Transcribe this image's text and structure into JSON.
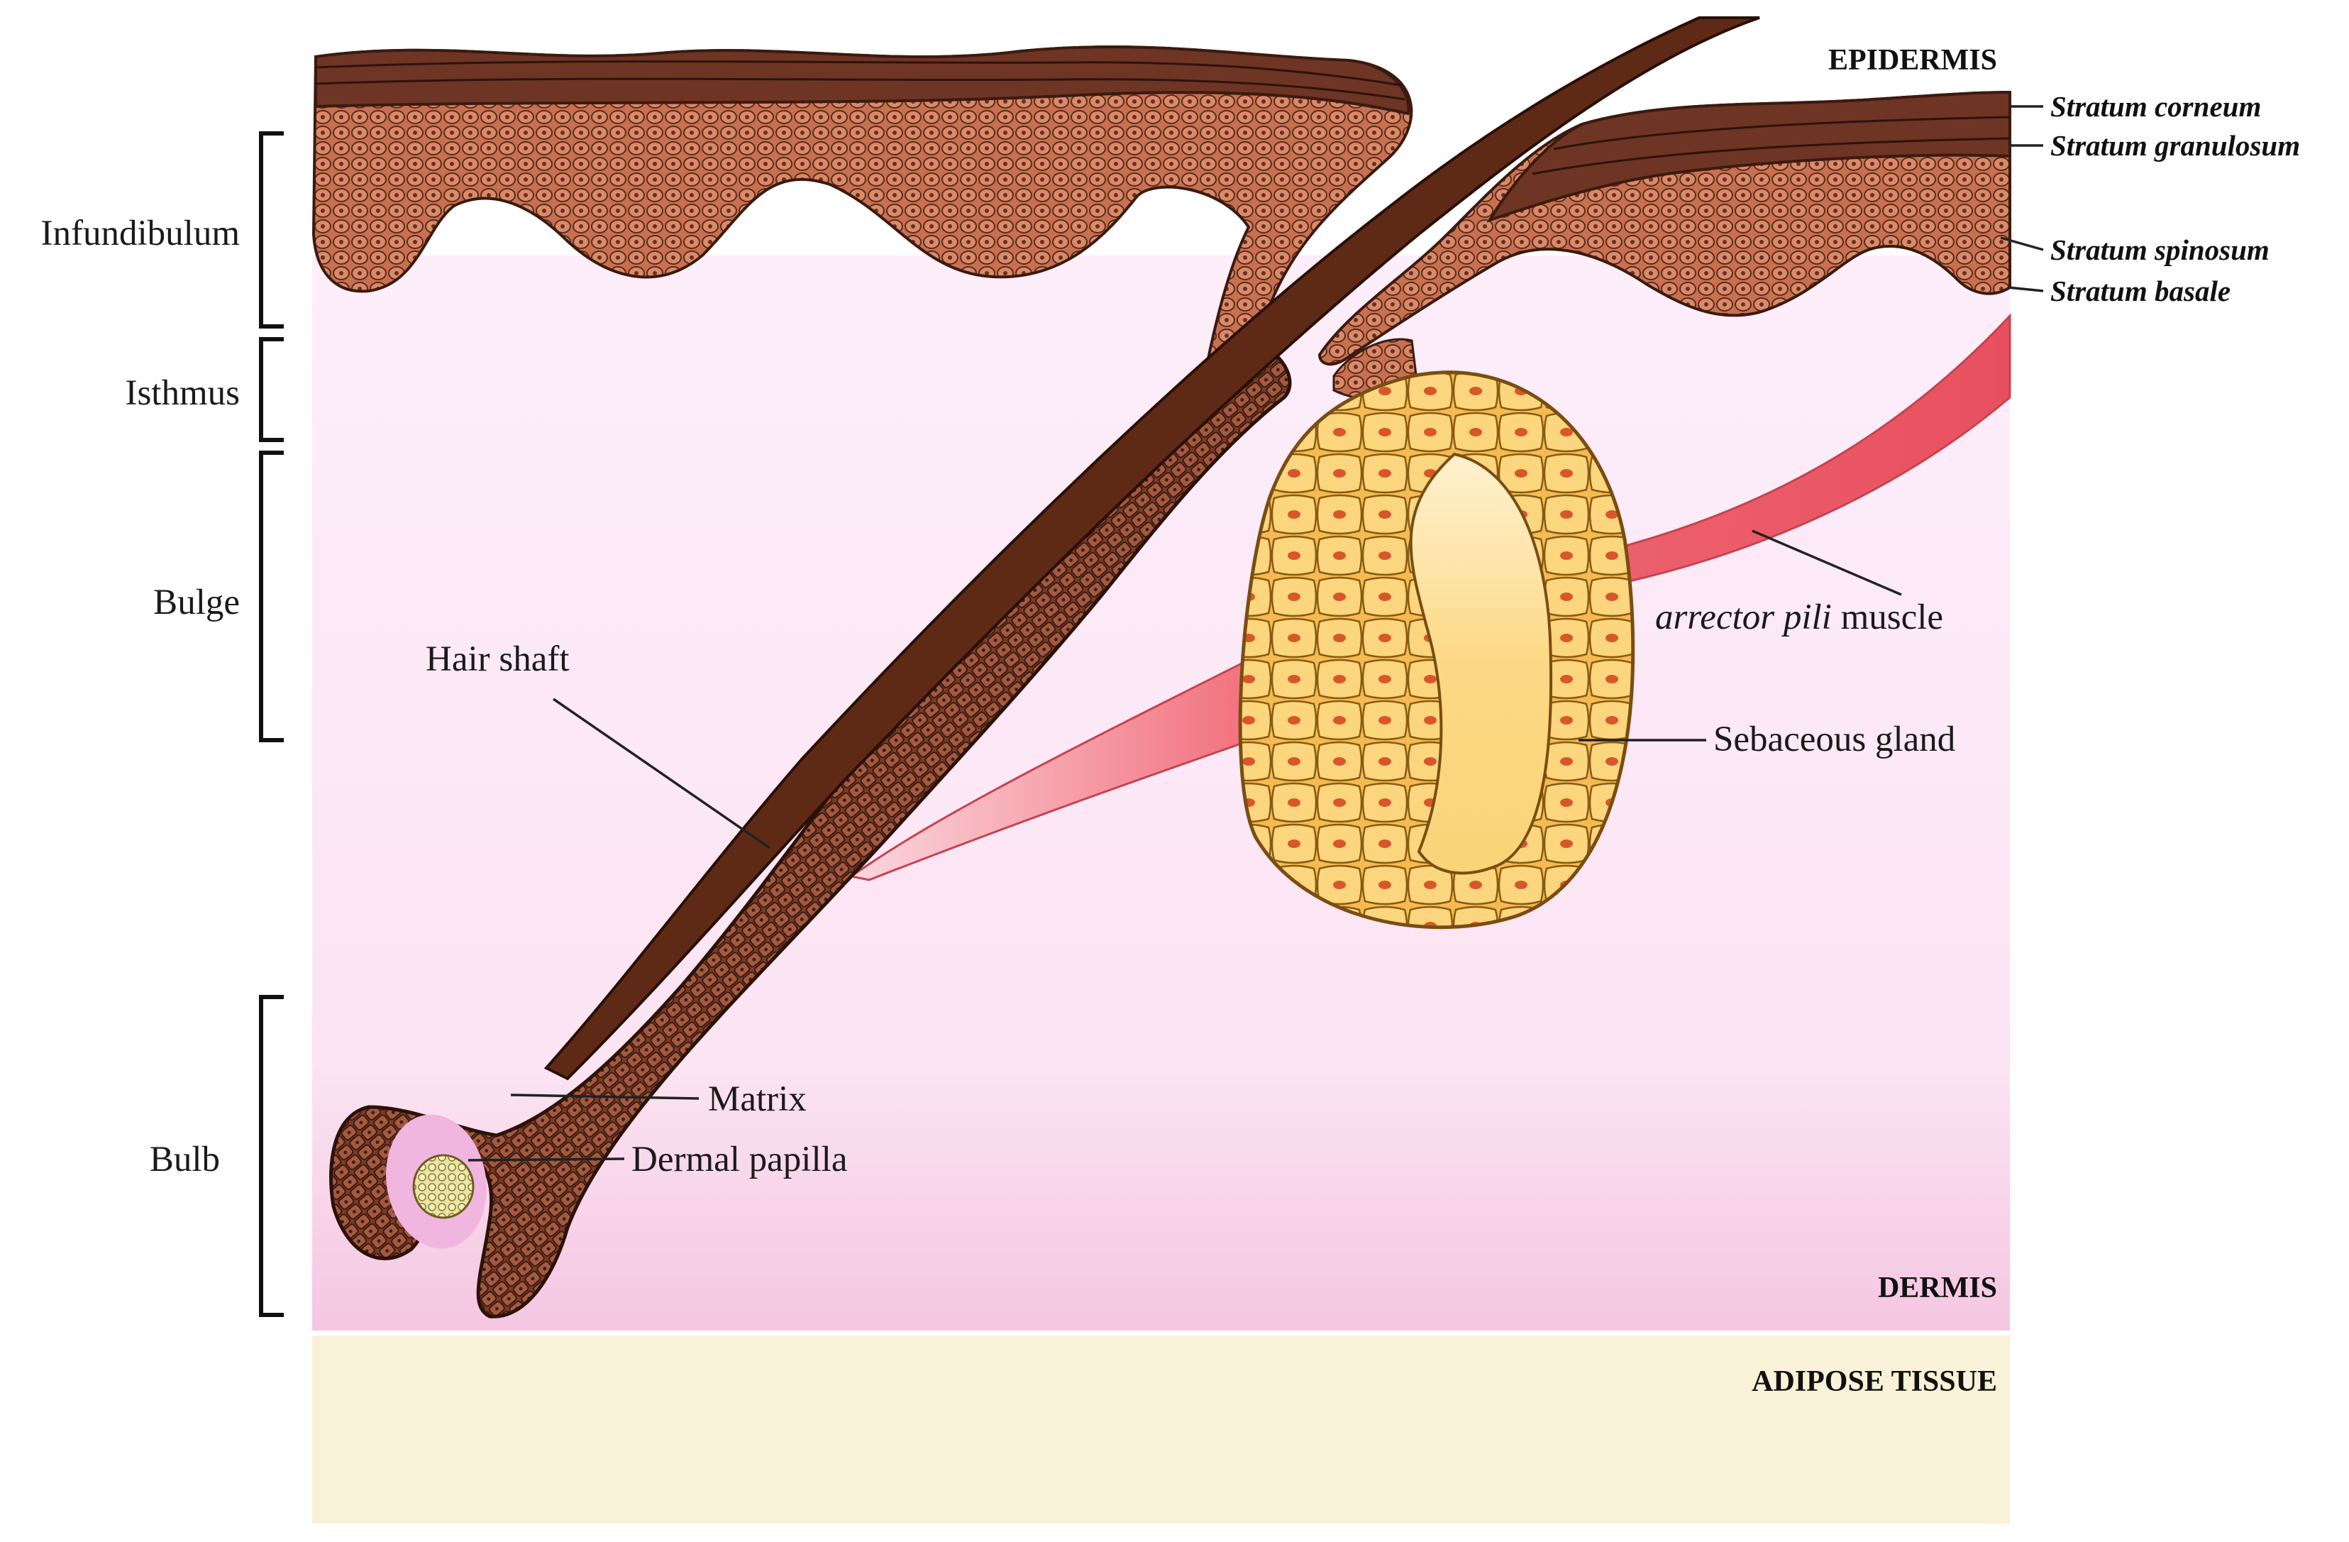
{
  "regions": {
    "epidermis": "EPIDERMIS",
    "dermis": "DERMIS",
    "adipose": "ADIPOSE TISSUE"
  },
  "strata": {
    "corneum": "Stratum corneum",
    "granulosum": "Stratum granulosum",
    "spinosum": "Stratum spinosum",
    "basale": "Stratum basale"
  },
  "segments": {
    "infundibulum": "Infundibulum",
    "isthmus": "Isthmus",
    "bulge": "Bulge",
    "bulb": "Bulb"
  },
  "structures": {
    "hair_shaft": "Hair shaft",
    "matrix": "Matrix",
    "dermal_papilla": "Dermal papilla",
    "sebaceous_gland": "Sebaceous gland",
    "arrector_italic": "arrector pili",
    "arrector_rest": " muscle"
  },
  "colors": {
    "dermis_top": "#fdeaf8",
    "dermis_bottom": "#f7cde6",
    "adipose": "#f9f2d8",
    "epidermis_dark": "#5a2c1c",
    "epidermis_cells": "#c9735a",
    "follicle": "#8a4632",
    "hair_shaft": "#5e2a16",
    "muscle": "#ea5a66",
    "gland_cells": "#f6c864",
    "gland_core": "#fcd87c"
  }
}
